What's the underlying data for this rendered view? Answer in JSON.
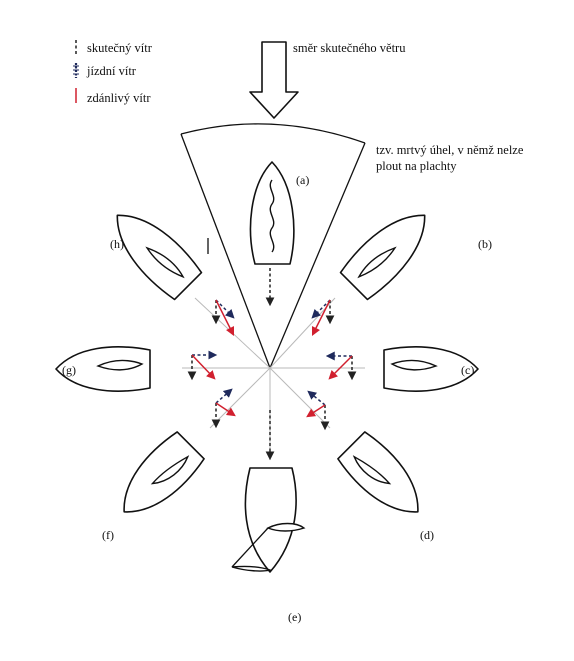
{
  "legend": {
    "true_wind": "skutečný vítr",
    "motion_wind": "jízdní vítr",
    "apparent_wind": "zdánlivý vítr"
  },
  "wind_direction_label": "směr skutečného větru",
  "dead_angle_note": {
    "line1": "tzv. mrtvý úhel, v němž nelze",
    "line2": "plout na plachty"
  },
  "positions": {
    "a": "(a)",
    "b": "(b)",
    "c": "(c)",
    "d": "(d)",
    "e": "(e)",
    "f": "(f)",
    "g": "(g)",
    "h": "(h)"
  },
  "colors": {
    "true_wind": "#1f2a5c",
    "apparent_wind": "#d1202f",
    "outline": "#111111"
  }
}
